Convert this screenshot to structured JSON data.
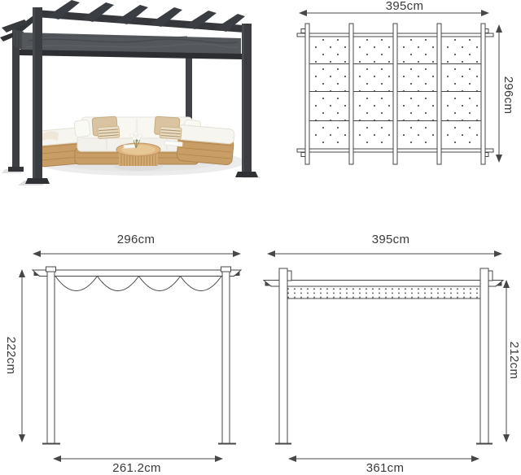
{
  "sheet": {
    "photo": {
      "description": "Dark gray aluminum pergola with retractable gray canopy over a rattan lounge set with white cushions and a round rattan coffee table"
    },
    "views": {
      "top": {
        "width": "395cm",
        "depth": "296cm"
      },
      "front": {
        "width": "296cm",
        "height": "222cm",
        "base": "261.2cm"
      },
      "side": {
        "width": "395cm",
        "height": "212cm",
        "base": "361cm"
      }
    },
    "colors": {
      "diagram_line": "#474747",
      "label_text": "#3a3a3a",
      "frame_dark": "#3b3d40",
      "canopy_gray": "#54585c",
      "wicker": "#c89e66",
      "cushion_white": "#f6f5f0",
      "pillow_beige": "#d9c3a0",
      "background": "#ffffff"
    }
  }
}
